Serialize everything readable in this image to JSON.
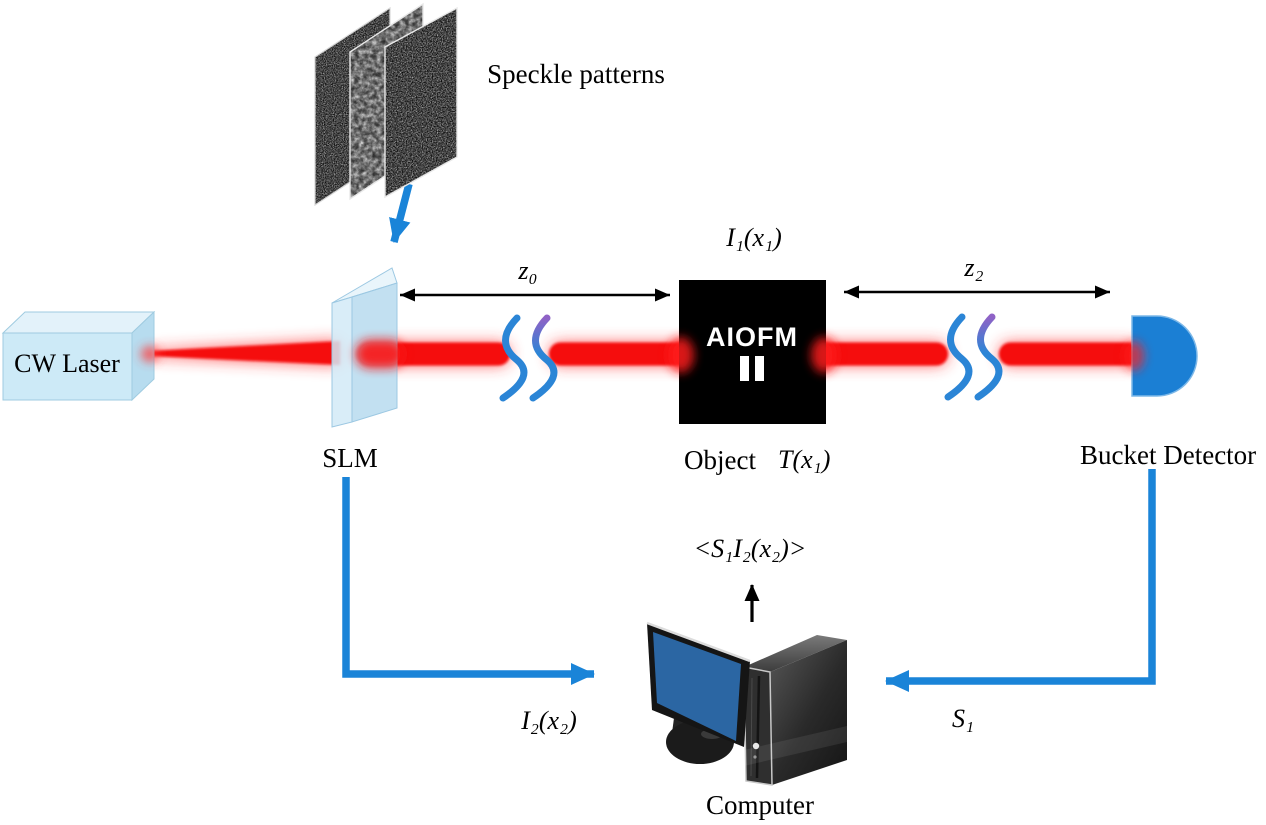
{
  "figure": {
    "kind": "ghost-imaging optical setup diagram",
    "labels": {
      "speckle_patterns": "Speckle patterns",
      "cw_laser": "CW Laser",
      "slm": "SLM",
      "z0": "z₀",
      "i1": "I₁(x₁)",
      "aiofm": "AIOFM",
      "object": "Object",
      "t_x1": "T(x₁)",
      "z2": "z₂",
      "bucket_detector": "Bucket Detector",
      "correlation": "<S₁I₂(x₂)>",
      "i2": "I₂(x₂)",
      "s1": "S₁",
      "computer": "Computer"
    },
    "colors": {
      "accent_blue": "#1a84d8",
      "detector_blue": "#1b7fd4",
      "beam_red": "#f50a0c",
      "beam_glow": "#ff2d2d",
      "component_light_blue": "#cdeaf7",
      "object_black": "#000000",
      "screen_blue": "#2b66a3",
      "text": "#000000",
      "background": "#ffffff"
    }
  }
}
